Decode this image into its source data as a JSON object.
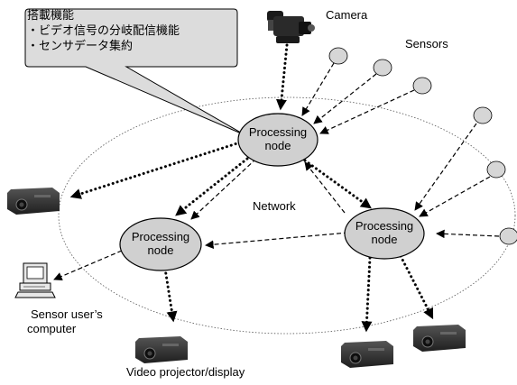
{
  "callout": {
    "title": "搭載機能",
    "items": [
      "・ビデオ信号の分岐配信機能",
      "・センサデータ集約"
    ]
  },
  "labels": {
    "camera": "Camera",
    "sensors": "Sensors",
    "network": "Network",
    "sensor_user_line1": "Sensor user’s",
    "sensor_user_line2": "computer",
    "video_projector": "Video projector/display"
  },
  "nodes": {
    "top": [
      "Processing",
      "node"
    ],
    "left": [
      "Processing",
      "node"
    ],
    "right": [
      "Processing",
      "node"
    ]
  },
  "colors": {
    "node_fill": "#d0d0d0",
    "sensor_fill": "#d6d6d6",
    "callout_fill": "#dcdcdc",
    "projector_body": "#3a3a3a"
  }
}
